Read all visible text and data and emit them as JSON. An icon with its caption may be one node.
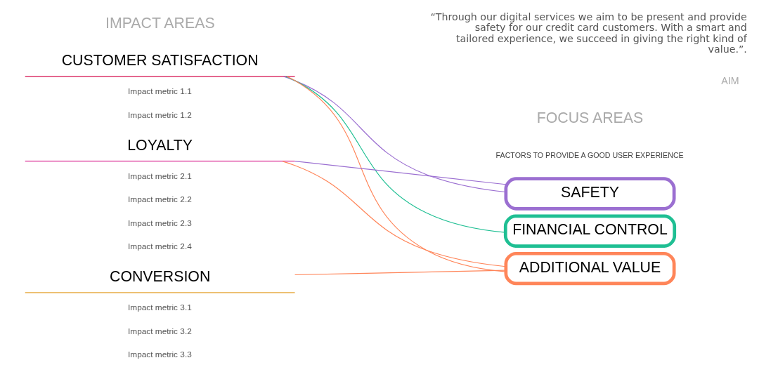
{
  "diagram": {
    "nodes": [
      {
        "text": [
          "CUSTOMER SATISFACTION"
        ]
      },
      {
        "text": [
          "LOYALTY"
        ]
      },
      {
        "text": [
          "CONVERSION"
        ]
      },
      {
        "text": [
          "SAFETY"
        ]
      },
      {
        "text": [
          "FINANCIAL CONTROL"
        ]
      },
      {
        "text": [
          "ADDITIONAL VALUE"
        ]
      }
    ],
    "edges": [
      {
        "from": 0,
        "to": 3,
        "arrow": "none",
        "color": "#9b6fd1"
      },
      {
        "from": 0,
        "to": 4,
        "arrow": "none",
        "color": "#1fbf93"
      },
      {
        "from": 0,
        "to": 5,
        "arrow": "none"
      },
      {
        "from": 1,
        "to": 3,
        "arrow": "none",
        "color": "#9b6fd1"
      },
      {
        "from": 1,
        "to": 5,
        "arrow": "none"
      },
      {
        "from": 2,
        "to": 5,
        "arrow": "none"
      }
    ],
    "labels": [
      "IMPACT AREAS",
      "“Through our digital services we aim to be present and provide safety for our credit card customers. With a smart and tailored experience, we succeed in giving the right kind of value.”.",
      "AIM",
      "Impact metric 1.1",
      "Impact metric 1.2",
      "Impact metric 2.1",
      "Impact metric 2.2",
      "Impact metric 2.3",
      "Impact metric 2.4",
      "FOCUS AREAS",
      "FACTORS TO PROVIDE A GOOD USER EXPERIENCE",
      "Impact metric 3.1",
      "Impact metric 3.2",
      "Impact metric 3.3"
    ]
  }
}
